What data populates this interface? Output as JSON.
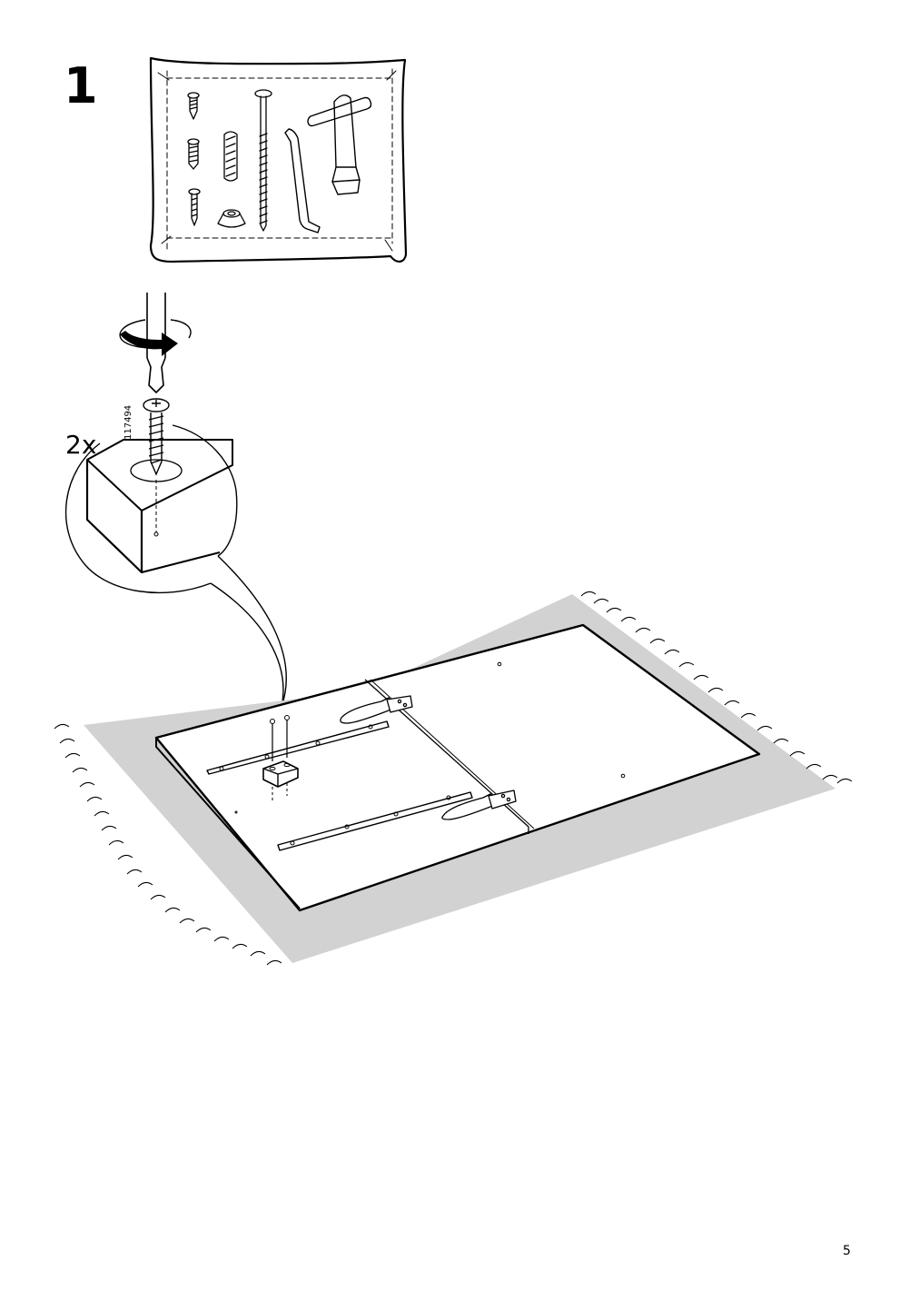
{
  "step": {
    "number": "1"
  },
  "callout": {
    "quantity": "2x",
    "part_number": "117494"
  },
  "footer": {
    "page_number": "5"
  },
  "icons": {
    "toolbox": "tools-bag-icon",
    "screwdriver": "screwdriver-icon",
    "rotation": "rotate-clockwise-icon",
    "screw": "screw-icon",
    "wood_block": "wood-block-icon",
    "rug": "rug-icon",
    "tabletop": "tabletop-panel-icon",
    "hinge": "hinge-icon"
  },
  "colors": {
    "line": "#000000",
    "rug": "#d2d2d2",
    "background": "#ffffff"
  }
}
